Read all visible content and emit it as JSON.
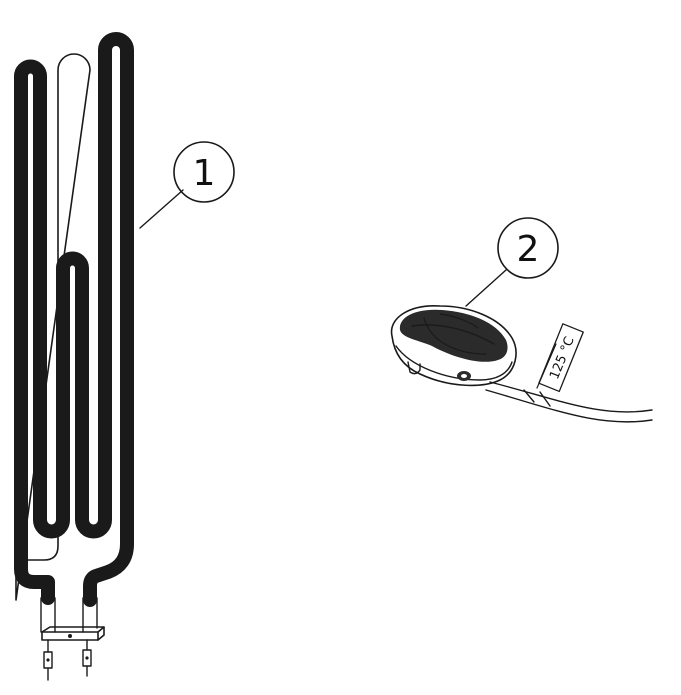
{
  "callouts": [
    {
      "number": "1"
    },
    {
      "number": "2"
    }
  ],
  "sensor_tag": {
    "text": "125 °C"
  },
  "colors": {
    "line": "#1a1a1a",
    "background": "#ffffff",
    "sensor_dark": "#2b2b2b"
  }
}
